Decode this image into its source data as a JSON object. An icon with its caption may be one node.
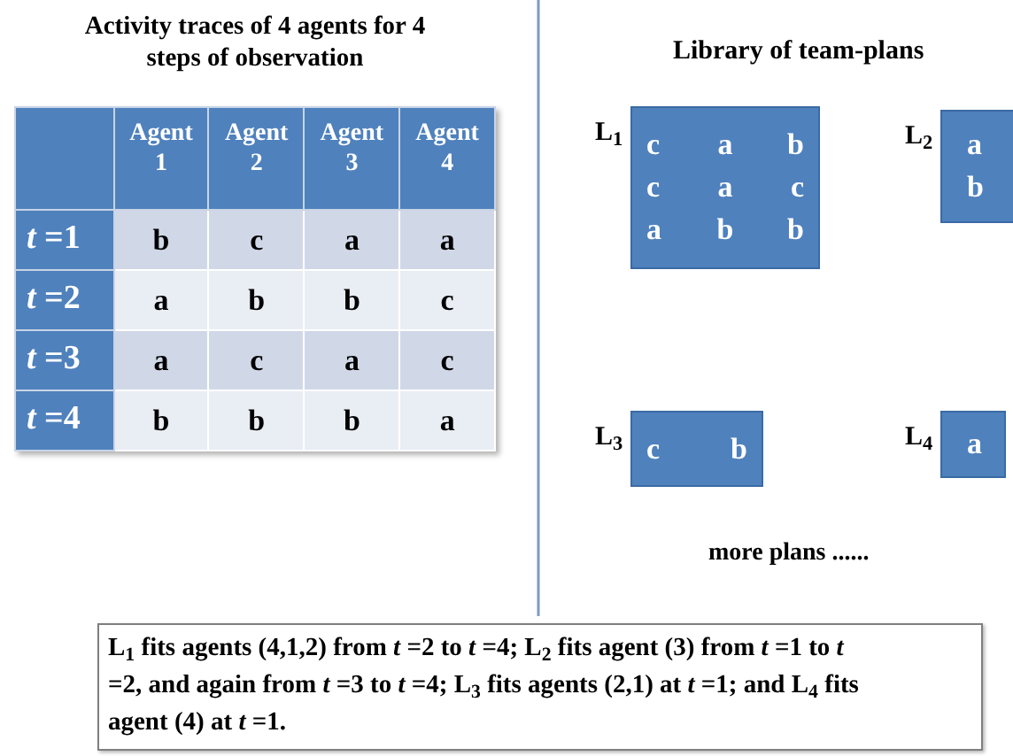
{
  "diagram": {
    "nodes": [
      {
        "text": [
          "L$_{1}$",
          "c",
          "a",
          "b",
          "c",
          "a",
          "c",
          "a",
          "b",
          "b"
        ]
      },
      {
        "text": [
          "L$_{2}$",
          "a",
          "b"
        ]
      },
      {
        "text": [
          "L$_{3}$",
          "c",
          "b"
        ]
      },
      {
        "text": [
          "L$_{4}$",
          "a"
        ]
      },
      {
        "text": [
          "L$_{1}$ fits agents (4,1,2)  from *t* =2 to *t* =4;  L$_{2}$ fits agent (3) from *t* =1 to *t* =2, and again from *t* =3 to *t* =4;  L$_{3}$ fits agents (2,1) at *t* =1; and L$_{4}$ fits agent (4) at *t* =1."
        ]
      }
    ],
    "edges": [],
    "labels": [
      "Activity traces of 4 agents for 4 steps of observation",
      "Library of team-plans",
      "Agent 1",
      "Agent 2",
      "Agent 3",
      "Agent 4",
      "*t* =1",
      "b",
      "c",
      "a",
      "a",
      "*t* =2",
      "a",
      "b",
      "b",
      "c",
      "*t* =3",
      "a",
      "c",
      "a",
      "c",
      "*t* =4",
      "b",
      "b",
      "b",
      "a",
      "more plans ......"
    ]
  }
}
